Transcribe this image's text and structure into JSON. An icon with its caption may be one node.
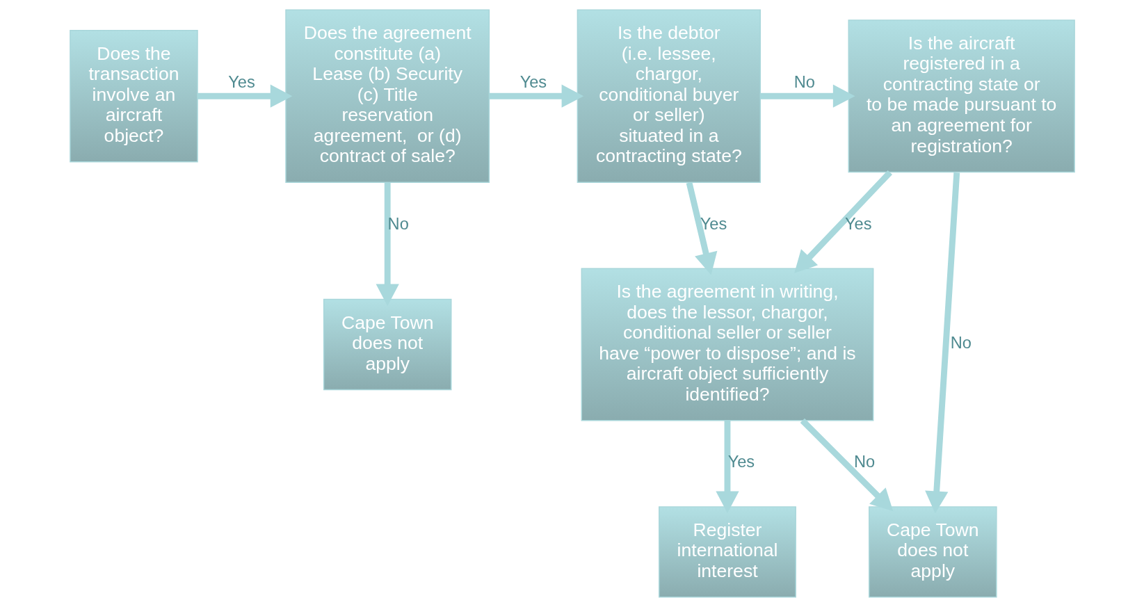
{
  "diagram": {
    "nodes": [
      {
        "text": [
          "Does the transaction involve an aircraft object?"
        ]
      },
      {
        "text": [
          "Does the agreement constitute (a) Lease (b) Security (c) Title reservation agreement,  or (d) contract of sale?"
        ]
      },
      {
        "text": [
          "Is the debtor (i.e. lessee, chargor, conditional buyer or seller) situated in a contracting state?"
        ]
      },
      {
        "text": [
          "Is the aircraft registered in a contracting state or to be made pursuant to an agreement for registration?"
        ]
      },
      {
        "text": [
          "Cape Town does not apply"
        ]
      },
      {
        "text": [
          "Is the agreement in writing, does the lessor, chargor, conditional seller or seller have “power to dispose”; and is aircraft object sufficiently identified?"
        ]
      },
      {
        "text": [
          "Cape Town does not apply"
        ]
      },
      {
        "text": [
          "Register international interest"
        ]
      }
    ],
    "edges": [
      {
        "from": 0,
        "to": 1,
        "arrow": "to",
        "label": "Yes"
      },
      {
        "from": 1,
        "to": 2,
        "arrow": "to",
        "label": "Yes"
      },
      {
        "from": 1,
        "to": 4,
        "arrow": "to",
        "label": "No"
      },
      {
        "from": 2,
        "to": 3,
        "arrow": "to",
        "label": "No"
      },
      {
        "from": 2,
        "to": 5,
        "arrow": "to",
        "label": "Yes"
      },
      {
        "from": 3,
        "to": 5,
        "arrow": "to",
        "label": "Yes"
      },
      {
        "from": 3,
        "to": 6,
        "arrow": "to",
        "label": "No"
      },
      {
        "from": 5,
        "to": 6,
        "arrow": "to",
        "label": "No"
      },
      {
        "from": 5,
        "to": 7,
        "arrow": "to",
        "label": "Yes"
      }
    ]
  }
}
